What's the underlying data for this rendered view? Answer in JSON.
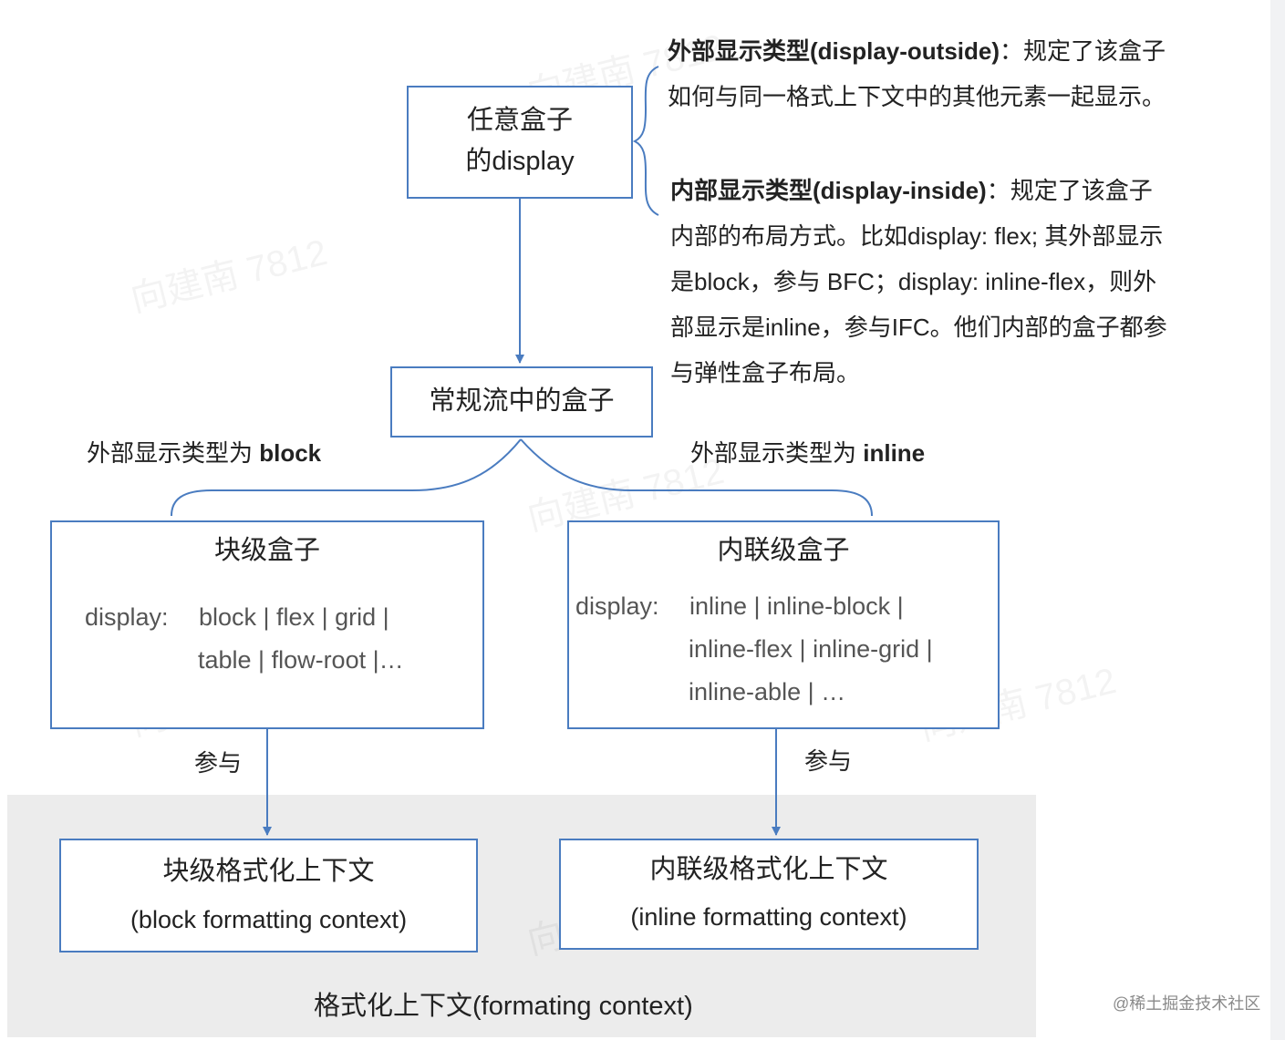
{
  "display_box": {
    "line1": "任意盒子",
    "line2": "的display"
  },
  "flow_box": {
    "label": "常规流中的盒子"
  },
  "annotations": {
    "outside": {
      "term": "外部显示类型(display-outside)",
      "desc1": "：规定了该盒子",
      "desc2": "如何与同一格式上下文中的其他元素一起显示。"
    },
    "inside": {
      "term": "内部显示类型(display-inside)",
      "desc1": "：规定了该盒子",
      "lines": [
        "内部的布局方式。比如display: flex; 其外部显示",
        "是block，参与 BFC；display: inline-flex，则外",
        "部显示是inline，参与IFC。他们内部的盒子都参",
        "与弹性盒子布局。"
      ]
    }
  },
  "branches": {
    "block": {
      "prefix": "外部显示类型为 ",
      "keyword": "block"
    },
    "inline": {
      "prefix": "外部显示类型为 ",
      "keyword": "inline"
    }
  },
  "block_box": {
    "title": "块级盒子",
    "display_label": "display:",
    "values_line1": "block | flex | grid |",
    "values_line2": "table | flow-root |…"
  },
  "inline_box": {
    "title": "内联级盒子",
    "display_label": "display:",
    "values_line1": "inline | inline-block |",
    "values_line2": "inline-flex | inline-grid |",
    "values_line3": "inline-able | …"
  },
  "participate": {
    "left": "参与",
    "right": "参与"
  },
  "bfc_box": {
    "line1": "块级格式化上下文",
    "line2": "(block formatting context)"
  },
  "ifc_box": {
    "line1": "内联级格式化上下文",
    "line2": "(inline formatting context)"
  },
  "formatting_context": {
    "label": "格式化上下文(formating context)"
  },
  "watermark": {
    "text": "向建南 7812"
  },
  "credit": {
    "text": "@稀土掘金技术社区"
  },
  "colors": {
    "line": "#4a7cc0",
    "region": "#ececec",
    "text": "#222222"
  }
}
